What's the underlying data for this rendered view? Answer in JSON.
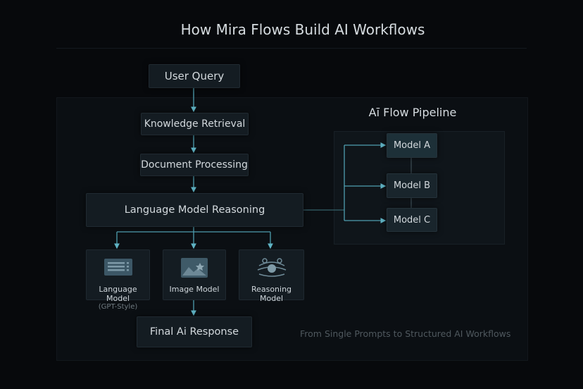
{
  "title": "How Mira Flows Build AI Workflows",
  "flow": {
    "user_query": "User Query",
    "knowledge_retrieval": "Knowledge Retrieval",
    "document_processing": "Document Processing",
    "language_model_reasoning": "Language Model Reasoning",
    "models": [
      {
        "label": "Language Model",
        "sublabel": "(GPT-Style)",
        "icon": "document-lines-icon"
      },
      {
        "label": "Image Model",
        "icon": "image-icon"
      },
      {
        "label": "Reasoning Model",
        "icon": "network-nodes-icon"
      }
    ],
    "final_response": "Final Ai Response"
  },
  "pipeline": {
    "title": "Aī Flow Pipeline",
    "models": [
      "Model A",
      "Model B",
      "Model C"
    ]
  },
  "caption": "From Single Prompts to Structured AI Workflows",
  "colors": {
    "accent": "#5fb3c4",
    "background": "#07090c"
  }
}
